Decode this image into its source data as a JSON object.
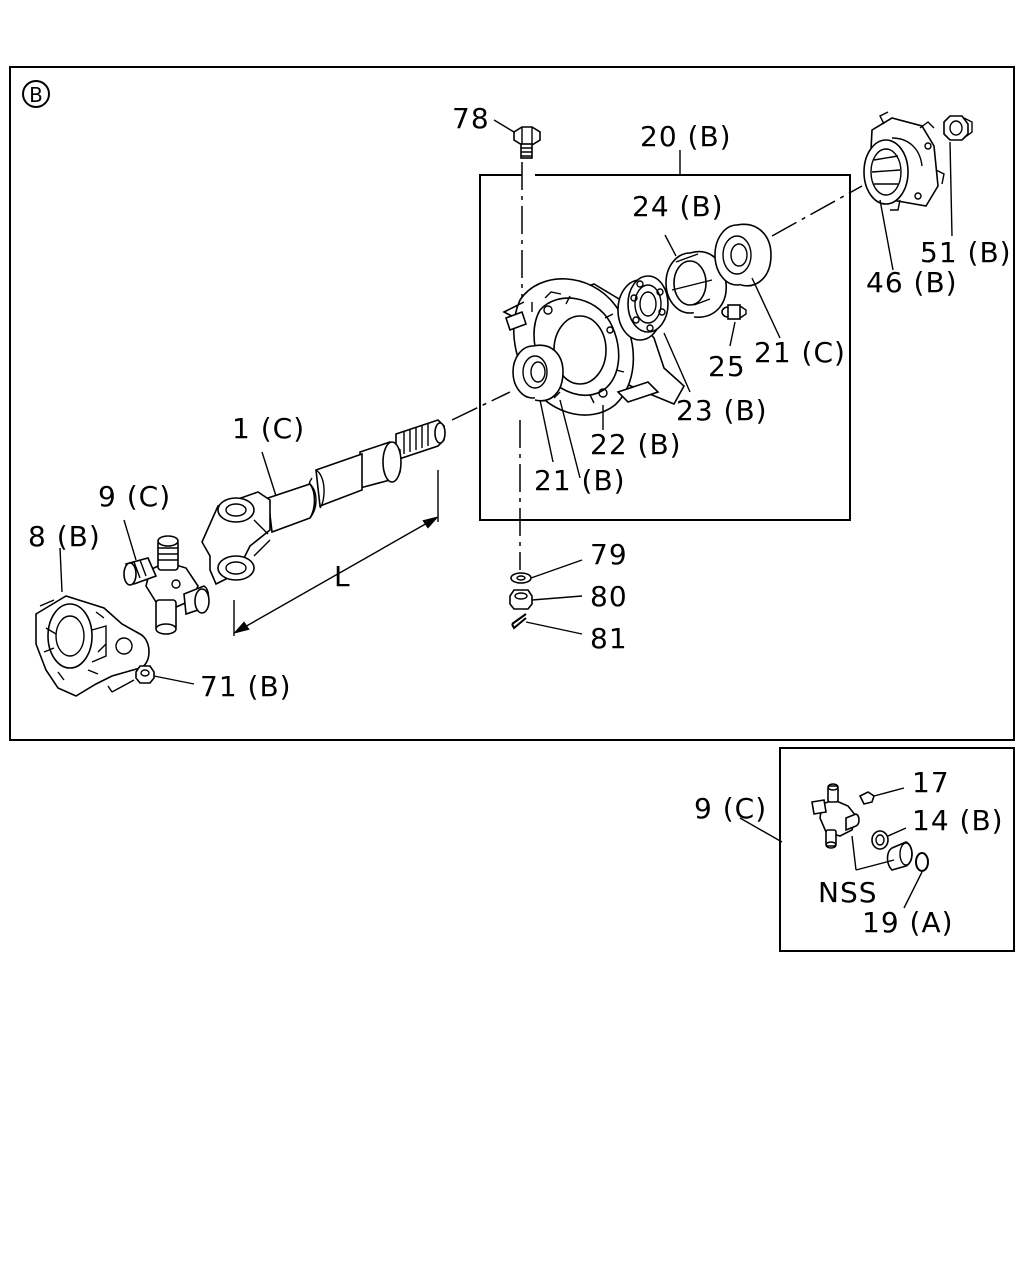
{
  "section_marker": "B",
  "main_panel": {
    "labels": {
      "p78": "78",
      "p20b": "20 (B)",
      "p24b": "24 (B)",
      "p51b": "51 (B)",
      "p46b": "46 (B)",
      "p25": "25",
      "p21c": "21 (C)",
      "p23b": "23 (B)",
      "p22b": "22 (B)",
      "p21b": "21 (B)",
      "p1c": "1 (C)",
      "p9c": "9 (C)",
      "p8b": "8 (B)",
      "p79": "79",
      "p80": "80",
      "p81": "81",
      "p71b": "71 (B)",
      "dimL": "L"
    }
  },
  "detail_panel": {
    "labels": {
      "p9c": "9 (C)",
      "p17": "17",
      "p14b": "14 (B)",
      "nss": "NSS",
      "p19a": "19 (A)"
    }
  }
}
